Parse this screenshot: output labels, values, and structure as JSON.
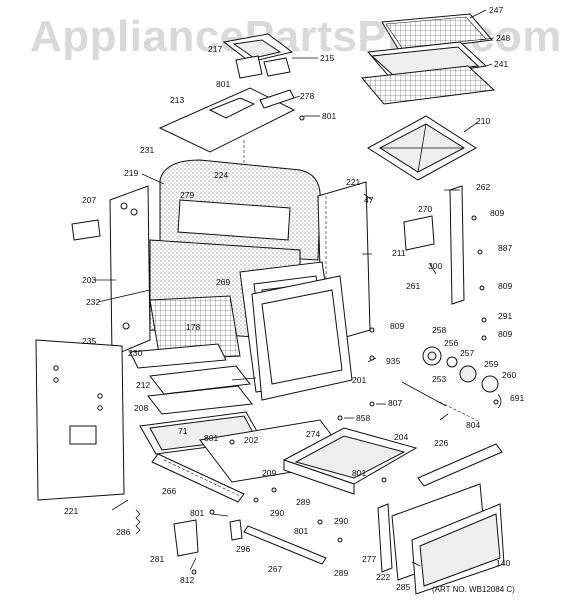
{
  "watermark": {
    "text": "AppliancePartsPros.com"
  },
  "art_number": {
    "text": "(ART NO. WB12084 C)"
  },
  "callouts": [
    {
      "id": "c247",
      "label": "247"
    },
    {
      "id": "c248",
      "label": "248"
    },
    {
      "id": "c217",
      "label": "217"
    },
    {
      "id": "c215",
      "label": "215"
    },
    {
      "id": "c241",
      "label": "241"
    },
    {
      "id": "c213",
      "label": "213"
    },
    {
      "id": "c801a",
      "label": "801"
    },
    {
      "id": "c278",
      "label": "278"
    },
    {
      "id": "c801b",
      "label": "801"
    },
    {
      "id": "c210",
      "label": "210"
    },
    {
      "id": "c231",
      "label": "231"
    },
    {
      "id": "c219",
      "label": "219"
    },
    {
      "id": "c224",
      "label": "224"
    },
    {
      "id": "c221a",
      "label": "221"
    },
    {
      "id": "c262",
      "label": "262"
    },
    {
      "id": "c207",
      "label": "207"
    },
    {
      "id": "c279",
      "label": "279"
    },
    {
      "id": "c47",
      "label": "47"
    },
    {
      "id": "c270",
      "label": "270"
    },
    {
      "id": "c809a",
      "label": "809"
    },
    {
      "id": "c887",
      "label": "887"
    },
    {
      "id": "c211",
      "label": "211"
    },
    {
      "id": "c203",
      "label": "203"
    },
    {
      "id": "c300",
      "label": "300"
    },
    {
      "id": "c809b",
      "label": "809"
    },
    {
      "id": "c232",
      "label": "232"
    },
    {
      "id": "c269",
      "label": "269"
    },
    {
      "id": "c261",
      "label": "261"
    },
    {
      "id": "c291",
      "label": "291"
    },
    {
      "id": "c809c",
      "label": "809"
    },
    {
      "id": "c809d",
      "label": "809"
    },
    {
      "id": "c178",
      "label": "178"
    },
    {
      "id": "c258",
      "label": "258"
    },
    {
      "id": "c235",
      "label": "235"
    },
    {
      "id": "c230",
      "label": "230"
    },
    {
      "id": "c256",
      "label": "256"
    },
    {
      "id": "c257",
      "label": "257"
    },
    {
      "id": "c935",
      "label": "935"
    },
    {
      "id": "c259",
      "label": "259"
    },
    {
      "id": "c260",
      "label": "260"
    },
    {
      "id": "c212",
      "label": "212"
    },
    {
      "id": "c201",
      "label": "201"
    },
    {
      "id": "c253",
      "label": "253"
    },
    {
      "id": "c691",
      "label": "691"
    },
    {
      "id": "c208",
      "label": "208"
    },
    {
      "id": "c807",
      "label": "807"
    },
    {
      "id": "c858",
      "label": "858"
    },
    {
      "id": "c71",
      "label": "71"
    },
    {
      "id": "c804",
      "label": "804"
    },
    {
      "id": "c801c",
      "label": "801"
    },
    {
      "id": "c202",
      "label": "202"
    },
    {
      "id": "c274",
      "label": "274"
    },
    {
      "id": "c204",
      "label": "204"
    },
    {
      "id": "c226",
      "label": "226"
    },
    {
      "id": "c209",
      "label": "209"
    },
    {
      "id": "c801d",
      "label": "801"
    },
    {
      "id": "c266",
      "label": "266"
    },
    {
      "id": "c289a",
      "label": "289"
    },
    {
      "id": "c221b",
      "label": "221"
    },
    {
      "id": "c801e",
      "label": "801"
    },
    {
      "id": "c290a",
      "label": "290"
    },
    {
      "id": "c290b",
      "label": "290"
    },
    {
      "id": "c286",
      "label": "286"
    },
    {
      "id": "c801f",
      "label": "801"
    },
    {
      "id": "c296",
      "label": "296"
    },
    {
      "id": "c281",
      "label": "281"
    },
    {
      "id": "c267",
      "label": "267"
    },
    {
      "id": "c289b",
      "label": "289"
    },
    {
      "id": "c277",
      "label": "277"
    },
    {
      "id": "c222",
      "label": "222"
    },
    {
      "id": "c285",
      "label": "285"
    },
    {
      "id": "c140",
      "label": "140"
    },
    {
      "id": "c812",
      "label": "812"
    }
  ]
}
